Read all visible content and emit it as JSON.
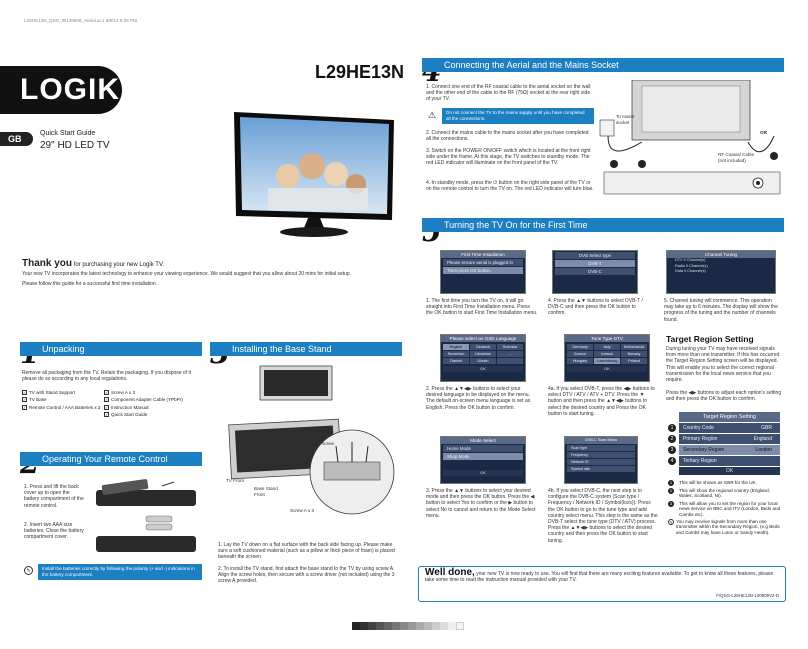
{
  "print_header": "L29HE13N_QSG_IB135808_Aerial.ai  1  6/8/13  5:28 PM",
  "brand": "LOGIK",
  "model": "L29HE13N",
  "language_badge": "GB",
  "guide_title": "Quick Start Guide",
  "guide_subtitle": "29\" HD LED TV",
  "thanks": {
    "lead": "Thank you",
    "lead_rest": " for purchasing your new Logik TV.",
    "line1": "Your new TV incorporates the latest technology to enhance your viewing experience. We would suggest that you allow about 20 mins for initial setup.",
    "line2": "Please follow this guide for a successful first time installation."
  },
  "section1": {
    "num": "1",
    "title": "Unpacking",
    "intro": "Remove all packaging from the TV. Retain the packaging. If you dispose of it please do so according to any local regulations.",
    "items_left": [
      "TV with Stand Support",
      "TV Base",
      "Remote Control / AAA Batteries x 2"
    ],
    "items_right": [
      "Screw A x 3",
      "Component Adapter Cable (YPbPr)",
      "Instruction Manual",
      "Quick Start Guide"
    ],
    "check": "✓"
  },
  "section2": {
    "num": "2",
    "title": "Operating Your Remote Control",
    "step1": "1. Press and lift the back cover up to open the battery compartment of the remote control.",
    "step2": "2. Insert two AAA size batteries. Close the battery compartment cover.",
    "note": "Install the batteries correctly by following the polarity (+ and -) indications in the battery compartment."
  },
  "section3": {
    "num": "3",
    "title": "Installing the Base Stand",
    "labels": {
      "tv_front": "TV Front",
      "base_stand_front": "Base Stand Front",
      "screw": "screw",
      "screw_a": "Screw A x 3"
    },
    "step1": "1. Lay the TV down on a flat surface with the back side facing up. Please make sure a soft cushioned material (such as a pillow or thick piece of foam) is placed beneath the screen.",
    "step2": "2. To install the TV stand, first attach the base stand to the TV by using screw A. Align the screw holes, then secure with a screw driver (not included) using the 3 screw A provided."
  },
  "section4": {
    "num": "4",
    "title": "Connecting the Aerial and the Mains Socket",
    "step1": "1. Connect one end of the RF coaxial cable to the aerial socket on the wall and the other end of the cable to the RF (75Ω) socket at the rear right side of your TV.",
    "warning": "Do not connect the TV to the mains supply until you have completed all the connections.",
    "step2": "2. Connect the mains cable to the mains socket after you have completed all the connections.",
    "step3": "3. Switch on the POWER ON/OFF switch which is located at the front right side under the frame. At this stage, the TV switches to standby mode. The red LED indicator will illuminate on the front panel of the TV.",
    "step4": "4. In standby mode, press the ⏻ button on the right side panel of the TV or on the remote control to turn the TV on. The red LED indicator will turn blue.",
    "labels": {
      "to_mains": "To mains socket",
      "rf_cable": "RF Coaxial Cable (not included)",
      "or": "OR"
    }
  },
  "section5": {
    "num": "5",
    "title": "Turning the TV On for the First Time",
    "screen1": {
      "title": "First Time Installation",
      "rows": [
        "Please ensure aerial is plugged in",
        "Then press OK button."
      ]
    },
    "screen2": {
      "title": "",
      "rows": [
        "DVB Select type",
        "DVB-T",
        "DVB-C"
      ]
    },
    "screen3": {
      "title": "Channel Tuning",
      "rows": [
        "DTV  0 Channel(s)",
        "Radio  0 Channel(s)",
        "Data  0 Channel(s)"
      ]
    },
    "osd_screen": {
      "title": "Please select an OSD Language",
      "cells": [
        "English",
        "Deutsch",
        "Svenska",
        "Slovenian",
        "Ukrainian",
        "...",
        "Danish",
        "Ukrain",
        ""
      ],
      "ok": "OK"
    },
    "country_screen": {
      "title": "Tune Type   DTV",
      "cells": [
        "Germany",
        "Italy",
        "Netherlands",
        "Greece",
        "Ireland",
        "Norway",
        "Hungary",
        "Luxembourg",
        "Poland"
      ],
      "ok": "OK"
    },
    "mode_screen": {
      "title": "Mode Select",
      "rows": [
        "Home Mode",
        "Shop Mode"
      ],
      "ok": "OK"
    },
    "dvbc_screen": {
      "title": "DVB-C Scan Menu",
      "rows": [
        "Scan type",
        "Frequency",
        "Network ID",
        "Symbol rate"
      ]
    },
    "step1": "1. The first time you turn the TV on, it will go straight into First Time Installation menu. Press the OK button to start First Time Installation menu.",
    "step2": "2. Press the ▲▼◀▶ buttons to select your desired language to be displayed on the menu. The default on-screen menu language is set as English. Press the OK button to confirm.",
    "step3": "3. Press the ▲▼ buttons to select your desired mode and then press the OK button. Press the ◀ button to select Yes to confirm or the ▶ button to select No to cancel and return to the Mode Select menu.",
    "step4": "4. Press the ▲▼ buttons to select DVB-T / DVB-C and then press the OK button to confirm.",
    "step4a": "4a. If you select DVB-T, press the ◀▶ buttons to select DTV / ATV / ATV + DTV. Press the ▼ button and then press the ▲▼◀▶ buttons to select the desired country and Press the OK button to start tuning.",
    "step4b": "4b. If you select DVB-C, the next step is to configure the DVB-C system (Scan type / Frequency / Network ID / Symbol(ks/s)). Press the OK button to go to the tune type and add country select menu. This step is the same as the DVB-T select the tune type (DTV / ATV) process. Press the ▲▼◀▶ buttons to select the desired country and then press the OK button to start tuning.",
    "step5": "5. Channel tuning will commence. This operation may take up to 6 minutes. The display will show the progress of the tuning and the number of channels found."
  },
  "region": {
    "title": "Target Region Setting",
    "text1": "During tuning your TV may have received signals from more than one transmitter. If this has occurred the Target Region Setting screen will be displayed. This will enable you to select the correct regional transmission for the local news service that you require.",
    "text2": "Press the ◀▶ buttons to adjust each option's setting and then press the OK button to confirm.",
    "menu_title": "Target Region Setting",
    "rows": [
      {
        "num": "1",
        "label": "Country Code",
        "value": "GBR"
      },
      {
        "num": "2",
        "label": "Primary Region",
        "value": "England"
      },
      {
        "num": "3",
        "label": "Secondary Region",
        "value": "London"
      },
      {
        "num": "4",
        "label": "Tertiary Region",
        "value": ""
      }
    ],
    "ok": "OK",
    "notes": [
      "This will be shown as GBR for the UK.",
      "This will show the regional country (England, Wales, Scotland, NI).",
      "This will allow you to set the region for your local news service on BBC and ITV (London, Beds and Cambs etc).",
      "You may receive signals from more than one transmitter within the Secondary Region, (e.g Beds and Cambs may have Luton or Sandy Heath)."
    ]
  },
  "welldone": {
    "lead": "Well done,",
    "text": " your new TV is now ready to use. You will find that there are many exciting features available. To get to know all these features, please take some time to read the instruction manual provided with your TV.",
    "code": "F/QSG-L29HE13N-130808V2-D"
  },
  "colors": {
    "accent": "#1b7fc1",
    "logo_bg": "#111111",
    "dark": "#222222"
  },
  "print_swatches": [
    "#222222",
    "#333333",
    "#444444",
    "#555555",
    "#666666",
    "#777777",
    "#888888",
    "#999999",
    "#aaaaaa",
    "#bbbbbb",
    "#cccccc",
    "#dddddd",
    "#eeeeee",
    "#f5f5f5"
  ]
}
